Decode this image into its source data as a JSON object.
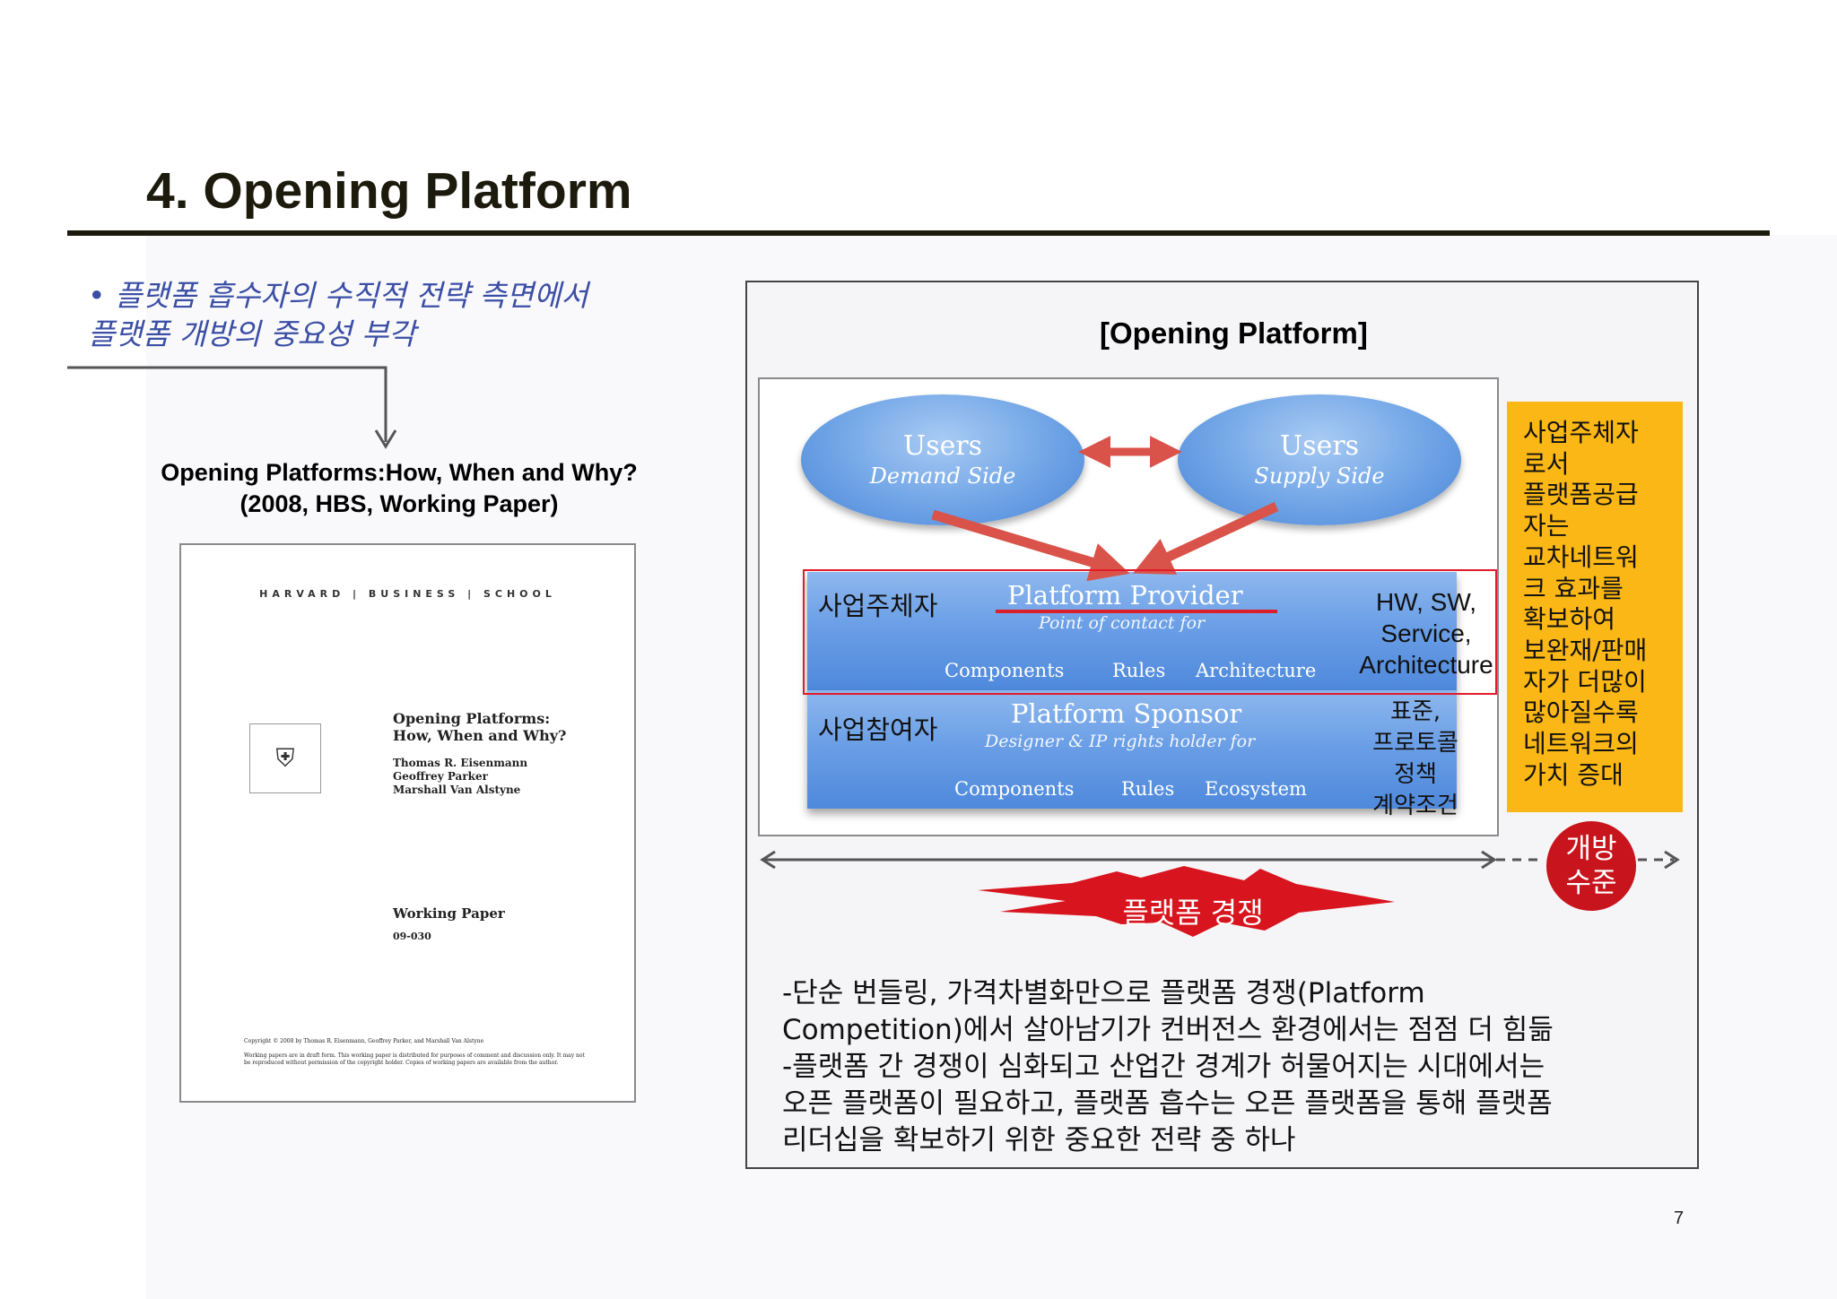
{
  "slide": {
    "title": "4. Opening Platform",
    "page_number": "7"
  },
  "left": {
    "bullet_marker": "•",
    "bullet_lines": [
      "플랫폼 흡수자의 수직적 전략 측면에서",
      "플랫폼 개방의 중요성 부각"
    ],
    "paper_caption": [
      "Opening Platforms:How, When and Why?",
      "(2008, HBS, Working Paper)"
    ],
    "paper": {
      "header": "HARVARD | BUSINESS | SCHOOL",
      "title_lines": [
        "Opening Platforms:",
        "How, When and Why?"
      ],
      "authors": [
        "Thomas R. Eisenmann",
        "Geoffrey Parker",
        "Marshall Van Alstyne"
      ],
      "type": "Working Paper",
      "number": "09-030",
      "copyright": "Copyright © 2008 by Thomas R. Eisenmann, Geoffrey Parker, and Marshall Van Alstyne",
      "note": "Working papers are in draft form. This working paper is distributed for purposes of comment and discussion only. It may not be reproduced without permission of the copyright holder. Copies of working papers are available from the author."
    }
  },
  "right": {
    "panel_title": "[Opening Platform]",
    "diagram": {
      "users_demand": {
        "main": "Users",
        "sub": "Demand Side"
      },
      "users_supply": {
        "main": "Users",
        "sub": "Supply Side"
      },
      "provider": {
        "title": "Platform Provider",
        "sub": "Point of contact for",
        "items": [
          "Components",
          "Rules",
          "Architecture"
        ]
      },
      "sponsor": {
        "title": "Platform Sponsor",
        "sub": "Designer & IP rights holder for",
        "items": [
          "Components",
          "Rules",
          "Ecosystem"
        ]
      },
      "label_provider": "사업주체자",
      "label_sponsor": "사업참여자",
      "hw_lines": [
        "HW, SW,",
        "Service,",
        "Architecture"
      ],
      "std_lines": [
        "표준,",
        "프로토콜",
        "정책",
        "계약조건"
      ]
    },
    "yellow_lines": [
      "사업주체자",
      "로서",
      "플랫폼공급",
      "자는",
      "교차네트워",
      "크 효과를",
      "확보하여",
      "보완재/판매",
      "자가 더많이",
      "많아질수록",
      "네트워크의",
      "가치 증대"
    ],
    "badge_lines": [
      "개방",
      "수준"
    ],
    "burst_label": "플랫폼 경쟁",
    "description_lines": [
      "-단순 번들링, 가격차별화만으로 플랫폼 경쟁(Platform",
      "Competition)에서 살아남기가 컨버전스 환경에서는 점점 더 힘듦",
      "-플랫폼 간 경쟁이 심화되고 산업간 경계가 허물어지는 시대에서는",
      "오픈 플랫폼이 필요하고, 플랫폼 흡수는 오픈 플랫폼을 통해 플랫폼",
      "리더십을 확보하기 위한 중요한 전략 중 하나"
    ]
  },
  "colors": {
    "title": "#1c1a0c",
    "bullet": "#3b4ea5",
    "highlight_red": "#e21b2a",
    "yellow": "#fbb715",
    "badge_red": "#c8141d",
    "arrow_red": "#d9534a",
    "band_blue": "#6b9fe6"
  },
  "icons": {
    "hbs_logo": "hbs-shield-icon",
    "down_arrow": "down-arrow-icon",
    "double_arrow": "double-headed-arrow-icon",
    "burst": "explosion-burst-icon"
  }
}
